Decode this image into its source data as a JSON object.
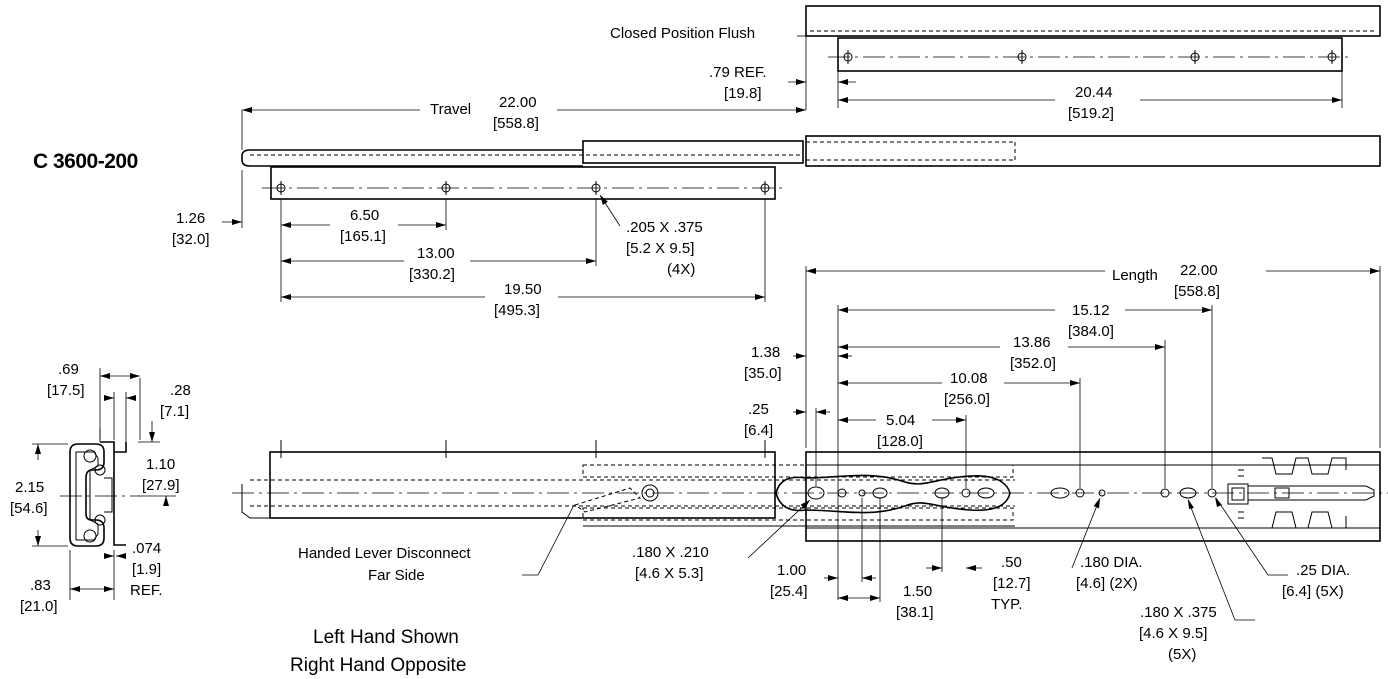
{
  "title": "C 3600-200",
  "notes": {
    "closed_flush": "Closed Position Flush",
    "left_hand": "Left Hand Shown",
    "right_hand": "Right Hand Opposite",
    "lever_1": "Handed Lever Disconnect",
    "lever_2": "Far Side"
  },
  "top_view": {
    "ref79": ".79 REF.",
    "ref79_mm": "[19.8]",
    "d2044": "20.44",
    "d2044_mm": "[519.2]",
    "travel": "Travel",
    "travel_in": "22.00",
    "travel_mm": "[558.8]",
    "d126": "1.26",
    "d126_mm": "[32.0]",
    "d650": "6.50",
    "d650_mm": "[165.1]",
    "d1300": "13.00",
    "d1300_mm": "[330.2]",
    "d1950": "19.50",
    "d1950_mm": "[495.3]",
    "slot": ".205 X .375",
    "slot_mm": "[5.2 X 9.5]",
    "slot_qty": "(4X)"
  },
  "section": {
    "d69": ".69",
    "d69_mm": "[17.5]",
    "d28": ".28",
    "d28_mm": "[7.1]",
    "d110": "1.10",
    "d110_mm": "[27.9]",
    "d215": "2.15",
    "d215_mm": "[54.6]",
    "d074": ".074",
    "d074_mm": "[1.9]",
    "d074_ref": "REF.",
    "d83": ".83",
    "d83_mm": "[21.0]"
  },
  "side_view": {
    "length": "Length",
    "length_in": "22.00",
    "length_mm": "[558.8]",
    "d1512": "15.12",
    "d1512_mm": "[384.0]",
    "d1386": "13.86",
    "d1386_mm": "[352.0]",
    "d138": "1.38",
    "d138_mm": "[35.0]",
    "d1008": "10.08",
    "d1008_mm": "[256.0]",
    "d25": ".25",
    "d25_mm": "[6.4]",
    "d504": "5.04",
    "d504_mm": "[128.0]",
    "slot180": ".180 X .210",
    "slot180_mm": "[4.6 X 5.3]",
    "d100": "1.00",
    "d100_mm": "[25.4]",
    "d150": "1.50",
    "d150_mm": "[38.1]",
    "d50": ".50",
    "d50_mm": "[12.7]",
    "d50_typ": "TYP.",
    "dia180": ".180 DIA.",
    "dia180_mm": "[4.6] (2X)",
    "dia25": ".25 DIA.",
    "dia25_mm": "[6.4] (5X)",
    "slot375": ".180 X .375",
    "slot375_mm": "[4.6 X 9.5]",
    "slot375_qty": "(5X)"
  }
}
